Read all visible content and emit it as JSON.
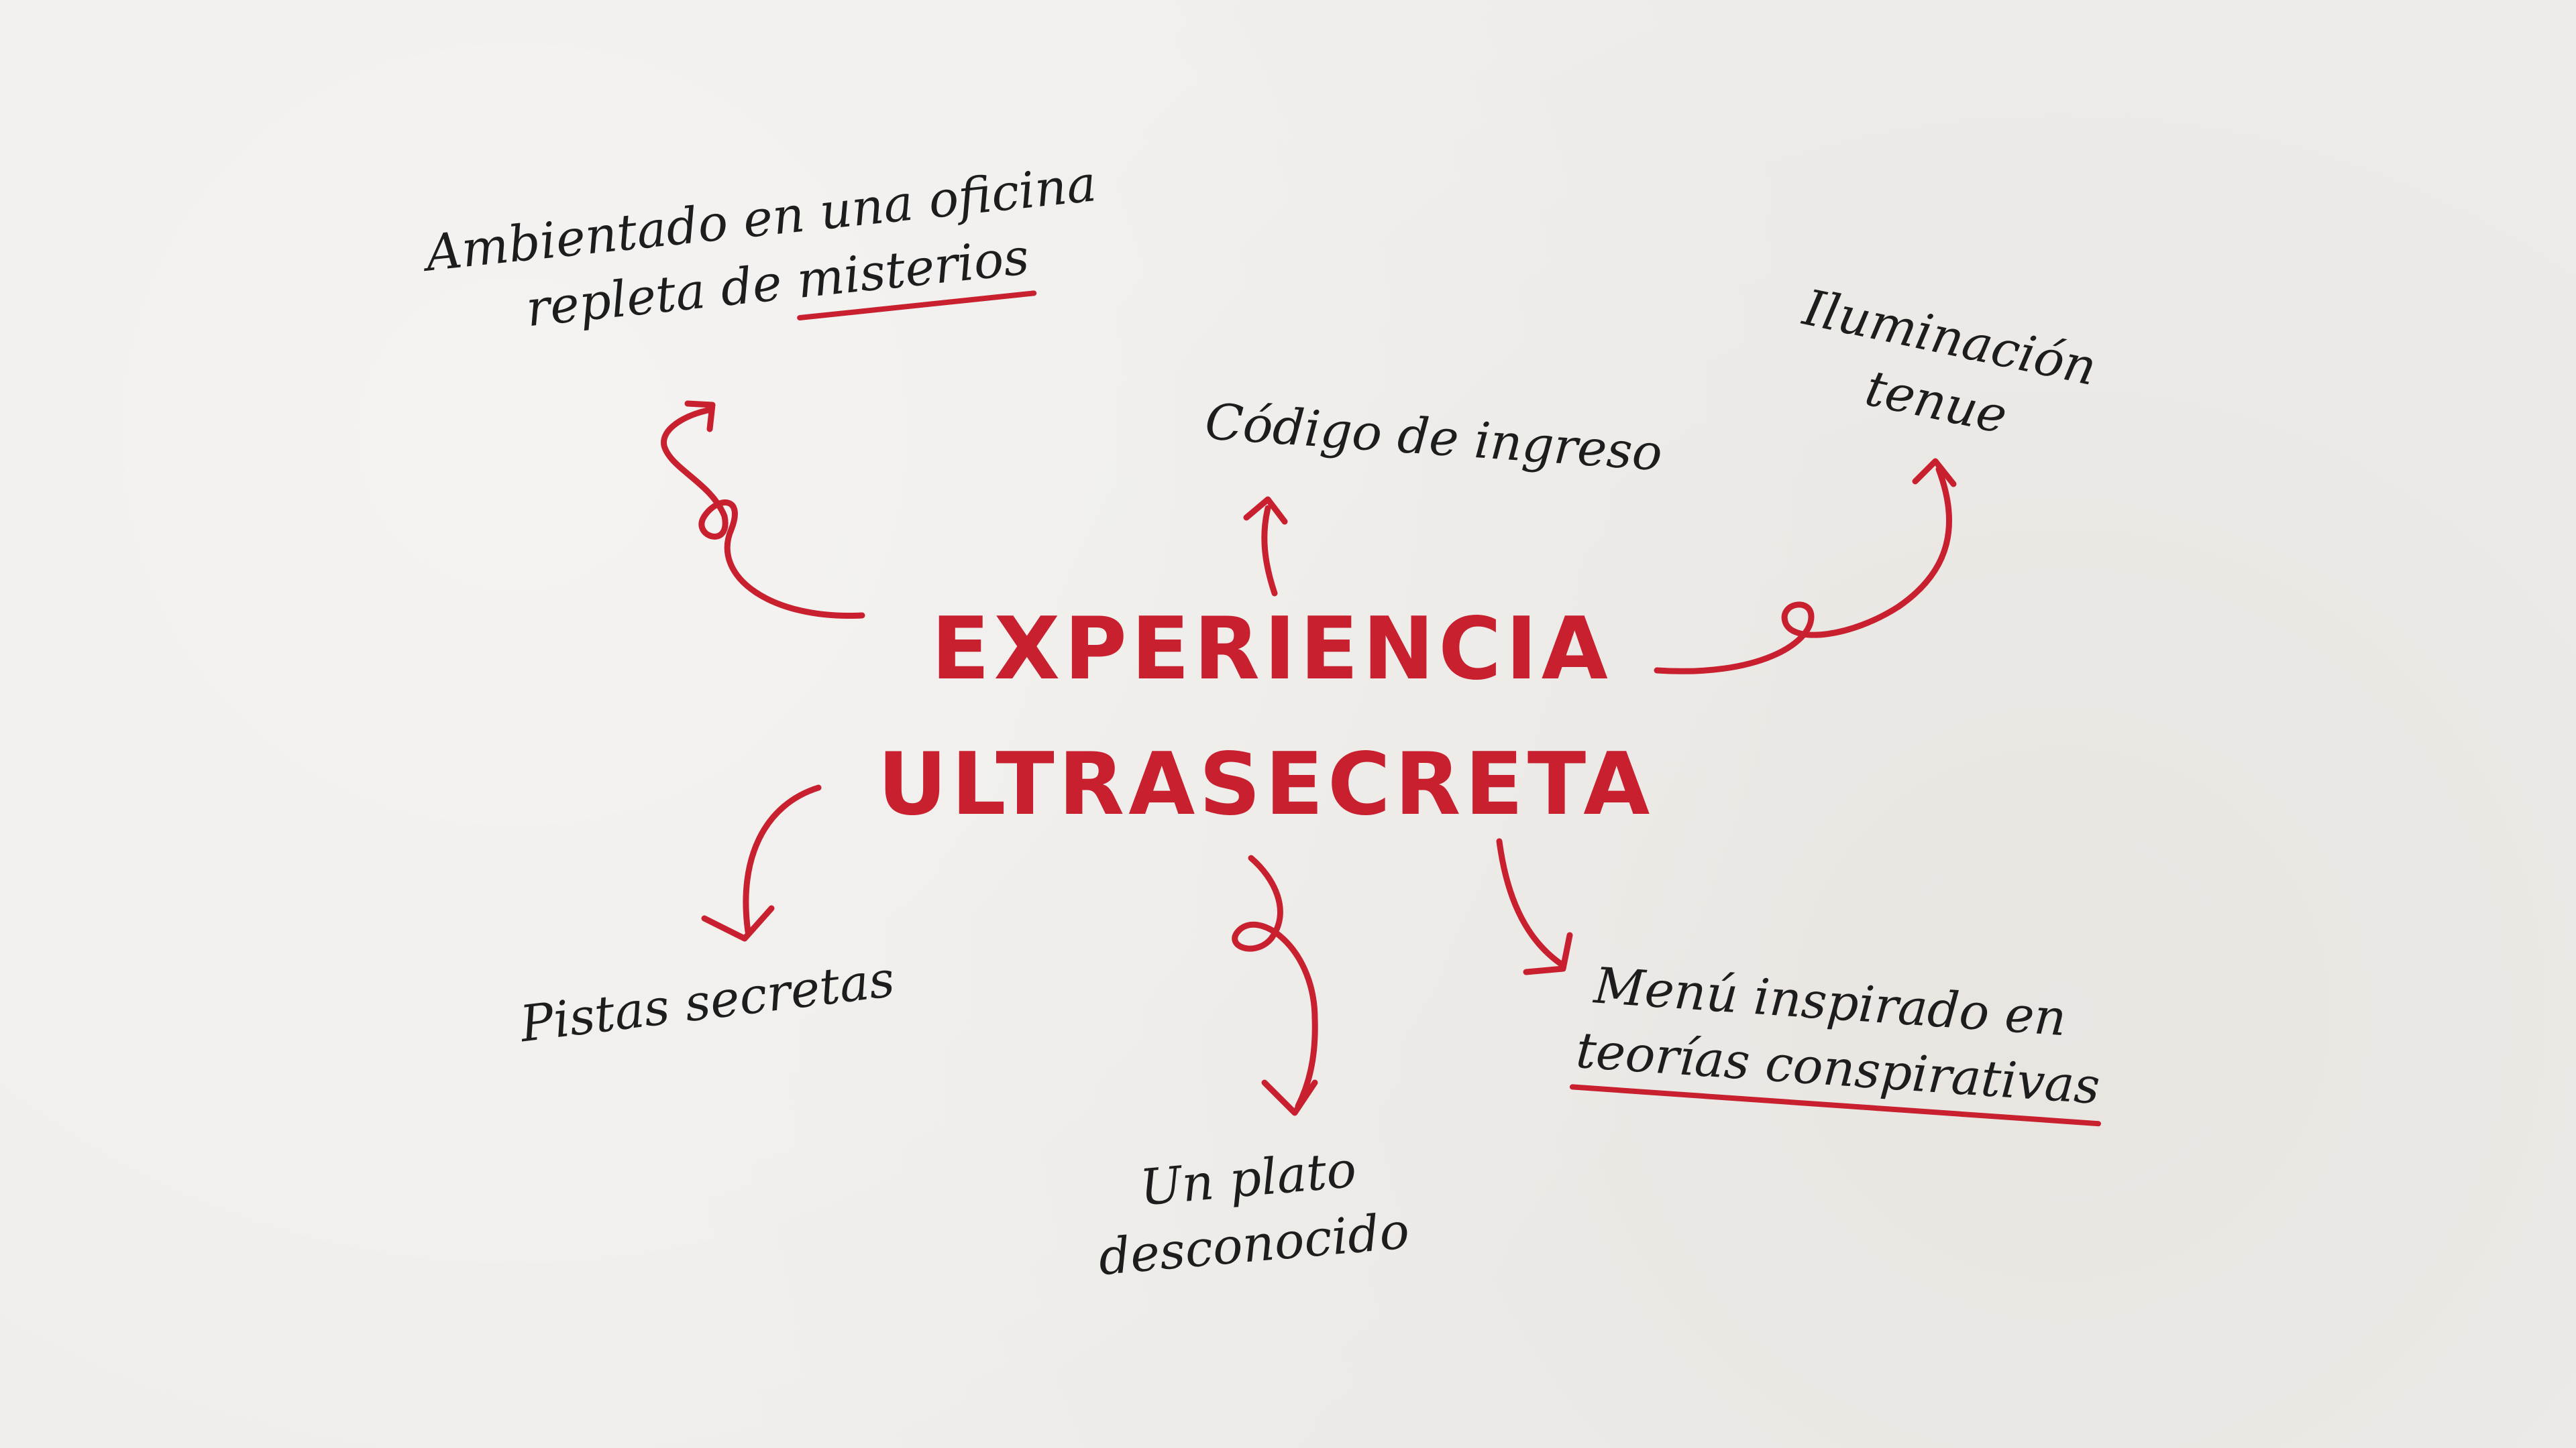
{
  "theme": {
    "accent": "#c8202f",
    "ink": "#1d1d1d",
    "paper": "#efedea"
  },
  "center": {
    "line1": "EXPERIENCIA",
    "line2": "ULTRASECRETA"
  },
  "nodes": {
    "oficina": {
      "line1": "Ambientado en una oficina",
      "line2_prefix": "repleta de ",
      "line2_emph": "misterios"
    },
    "codigo": {
      "text": "Código de ingreso"
    },
    "iluminacion": {
      "line1": "Iluminación",
      "line2": "tenue"
    },
    "pistas": {
      "text": "Pistas secretas"
    },
    "plato": {
      "line1": "Un plato",
      "line2": "desconocido"
    },
    "menu": {
      "line1": "Menú inspirado en",
      "line2": "teorías conspirativas"
    }
  }
}
